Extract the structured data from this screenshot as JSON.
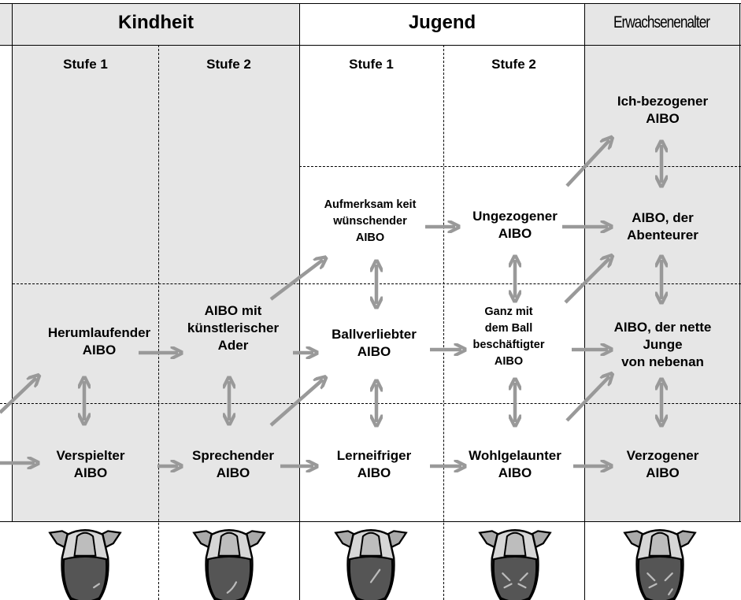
{
  "periods": {
    "childhood": "Kindheit",
    "youth": "Jugend",
    "adulthood": "Erwachsenenalter"
  },
  "stages": {
    "childhood_stage1": "Stufe 1",
    "childhood_stage2": "Stufe 2",
    "youth_stage1": "Stufe 1",
    "youth_stage2": "Stufe 2"
  },
  "nodes": {
    "herumlaufender": "Herumlaufender\nAIBO",
    "verspielter": "Verspielter\nAIBO",
    "kuenstlerischer": "AIBO mit\nkünstlerischer\nAder",
    "sprechender": "Sprechender\nAIBO",
    "aufmerksamkeit": "Aufmerksam keit\nwünschender\nAIBO",
    "ballverliebter": "Ballverliebter\nAIBO",
    "lerneifriger": "Lerneifriger\nAIBO",
    "ungezogener": "Ungezogener\nAIBO",
    "ganz_mit_ball": "Ganz mit\ndem Ball\nbeschäftigter\nAIBO",
    "wohlgelaunter": "Wohlgelaunter\nAIBO",
    "ich_bezogener": "Ich-bezogener\nAIBO",
    "abenteurer": "AIBO, der\nAbenteurer",
    "nette_junge": "AIBO, der nette\nJunge\nvon nebenan",
    "verzogener": "Verzogener\nAIBO"
  },
  "colors": {
    "shaded_band": "#e6e6e6",
    "arrow": "#999999",
    "grid_line": "#000000",
    "head_face": "#555555"
  },
  "icons": [
    "aibo-head-icon",
    "aibo-head-icon",
    "aibo-head-icon",
    "aibo-head-icon",
    "aibo-head-icon"
  ]
}
